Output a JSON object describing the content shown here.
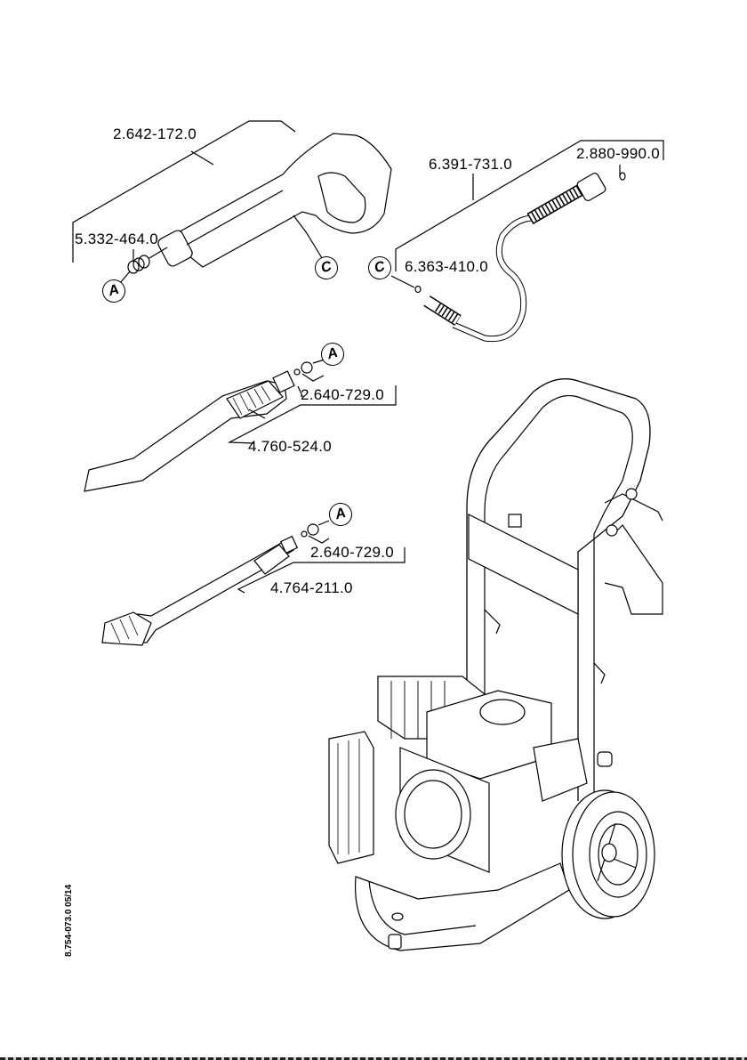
{
  "diagram": {
    "type": "exploded-parts-view",
    "subject": "pressure washer with accessories",
    "document_number": "8.754-073.0  05/14",
    "parts": [
      {
        "id": "gun",
        "part_number": "2.642-172.0"
      },
      {
        "id": "gun-insert",
        "part_number": "5.332-464.0"
      },
      {
        "id": "hose",
        "part_number": "6.391-731.0"
      },
      {
        "id": "hose-oring-end",
        "part_number": "2.880-990.0"
      },
      {
        "id": "hose-oring-start",
        "part_number": "6.363-410.0"
      },
      {
        "id": "wand-1-nozzle",
        "part_number": "2.640-729.0"
      },
      {
        "id": "wand-1",
        "part_number": "4.760-524.0"
      },
      {
        "id": "wand-2-nozzle",
        "part_number": "2.640-729.0"
      },
      {
        "id": "wand-2",
        "part_number": "4.764-211.0"
      }
    ],
    "callouts": {
      "a1": "A",
      "a2": "A",
      "a3": "A",
      "c1": "C",
      "c2": "C"
    }
  }
}
